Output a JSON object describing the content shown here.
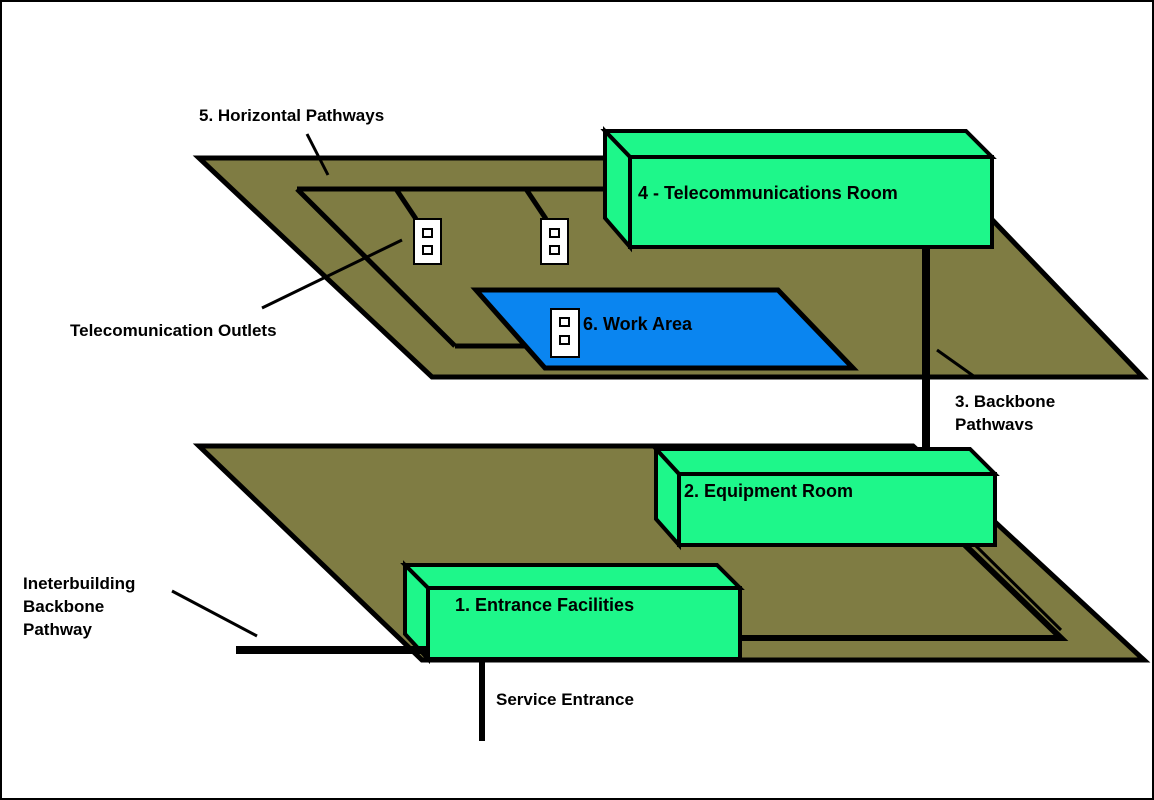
{
  "colors": {
    "floor": "#7f7c43",
    "room": "#1ef78a",
    "work_area": "#0a85f0",
    "outlet": "#ffffff",
    "line": "#000000",
    "background": "#ffffff"
  },
  "labels": {
    "horizontal_pathways": "5. Horizontal Pathways",
    "telecom_room": "4 - Telecommunications Room",
    "telecom_outlets": "Telecomunication Outlets",
    "work_area": "6. Work Area",
    "backbone_line1": "3. Backbone",
    "backbone_line2": "Pathwavs",
    "equipment_room": "2. Equipment Room",
    "interbuilding_line1": "Ineterbuilding",
    "interbuilding_line2": "Backbone",
    "interbuilding_line3": "Pathway",
    "entrance_facilities": "1. Entrance Facilities",
    "service_entrance": "Service Entrance"
  }
}
